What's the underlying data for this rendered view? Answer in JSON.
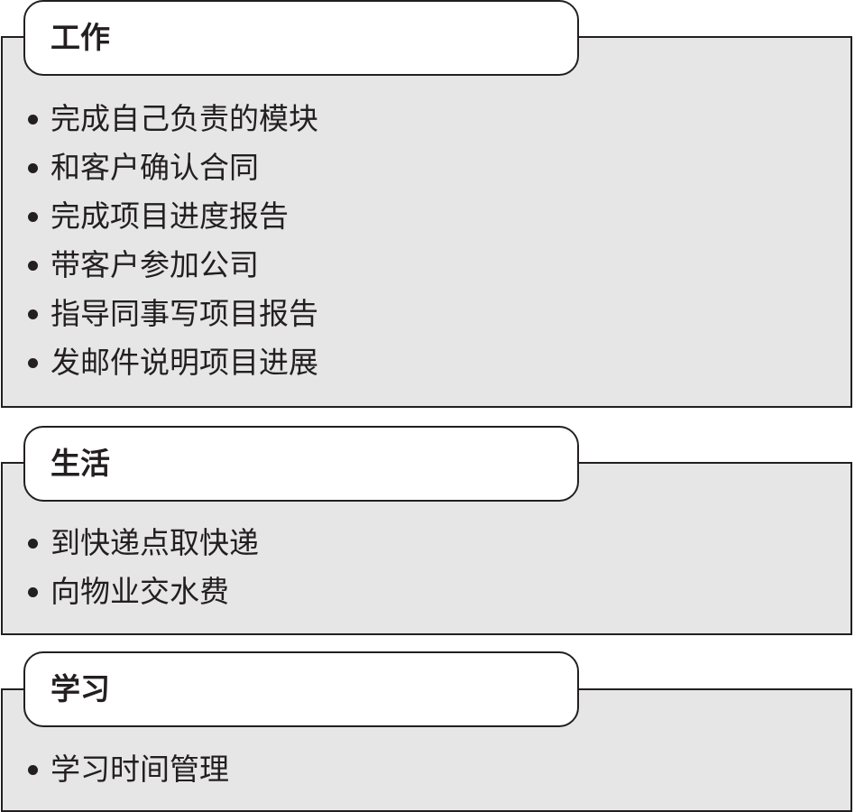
{
  "sections": [
    {
      "title": "工作",
      "items": [
        "完成自己负责的模块",
        "和客户确认合同",
        "完成项目进度报告",
        "带客户参加公司",
        "指导同事写项目报告",
        "发邮件说明项目进展"
      ]
    },
    {
      "title": "生活",
      "items": [
        "到快递点取快递",
        "向物业交水费"
      ]
    },
    {
      "title": "学习",
      "items": [
        "学习时间管理"
      ]
    }
  ]
}
